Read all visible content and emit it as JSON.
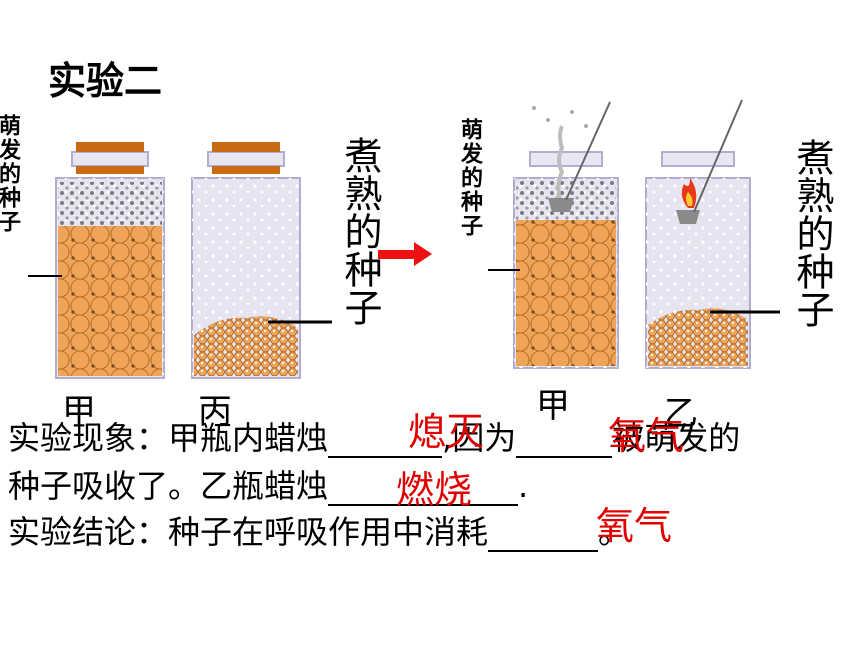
{
  "title": "实验二",
  "labels": {
    "sprouted_left": "萌发的种子",
    "cooked_left": "煮熟的种子",
    "sprouted_right": "萌发的种子",
    "cooked_right": "煮熟的种子",
    "jar_jia_left": "甲",
    "jar_bing_left": "丙",
    "jar_jia_right": "甲",
    "jar_yi_right": "乙"
  },
  "text": {
    "line1_a": "实验现象：甲瓶内蜡烛",
    "line1_b": ",因为",
    "line1_c": "被萌发的",
    "line2_a": "种子吸收了。乙瓶蜡烛",
    "line2_b": ".",
    "line3_a": "实验结论：种子在呼吸作用中消耗",
    "line3_b": "。"
  },
  "answers": {
    "a1": "熄灭",
    "a2": "氧气",
    "a3": "燃烧",
    "a4": "氧气"
  },
  "colors": {
    "answer": "#e00000",
    "arrow": "#ee1111",
    "seed": "#f0a458",
    "jar": "#e8e6f2",
    "lid": "#cc6a14"
  }
}
